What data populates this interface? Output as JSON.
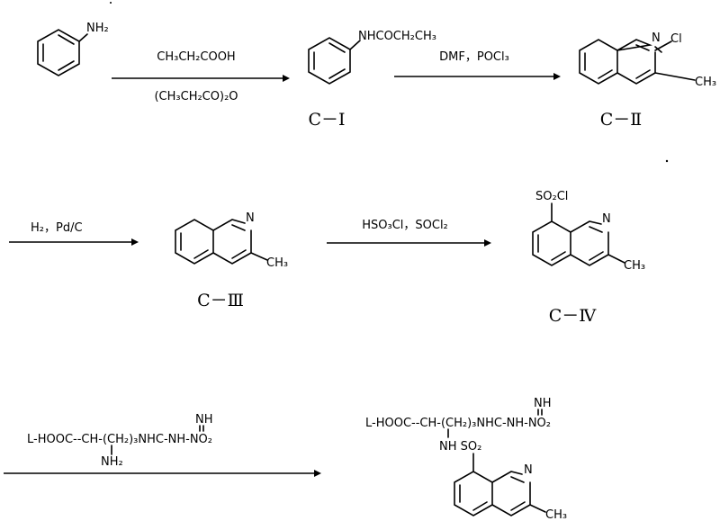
{
  "row1": {
    "aniline_nh2": "NH₂",
    "reagent_top": "CH₃CH₂COOH",
    "reagent_bottom": "(CH₃CH₂CO)₂O",
    "c1_substituent": "NHCOCH₂CH₃",
    "c1_label": "C－Ⅰ",
    "reagent2": "DMF，POCl₃",
    "c2_n": "N",
    "c2_cl": "Cl",
    "c2_ch3": "CH₃",
    "c2_label": "C－Ⅱ"
  },
  "row2": {
    "reagent_h2": "H₂，Pd/C",
    "c3_n": "N",
    "c3_ch3": "CH₃",
    "c3_label": "C－Ⅲ",
    "reagent_sulf": "HSO₃Cl，SOCl₂",
    "c4_so2cl": "SO₂Cl",
    "c4_n": "N",
    "c4_ch3": "CH₃",
    "c4_label": "C－Ⅳ"
  },
  "row3": {
    "reactant_nh": "NH",
    "reactant_main": "L-HOOC--CH-(CH₂)₃NHC-NH-NO₂",
    "reactant_nh2": "NH₂",
    "product_nh": "NH",
    "product_main": "L-HOOC--CH-(CH₂)₃NHC-NH-NO₂",
    "product_nhso2": "NH SO₂",
    "product_n": "N",
    "product_ch3": "CH₃"
  }
}
